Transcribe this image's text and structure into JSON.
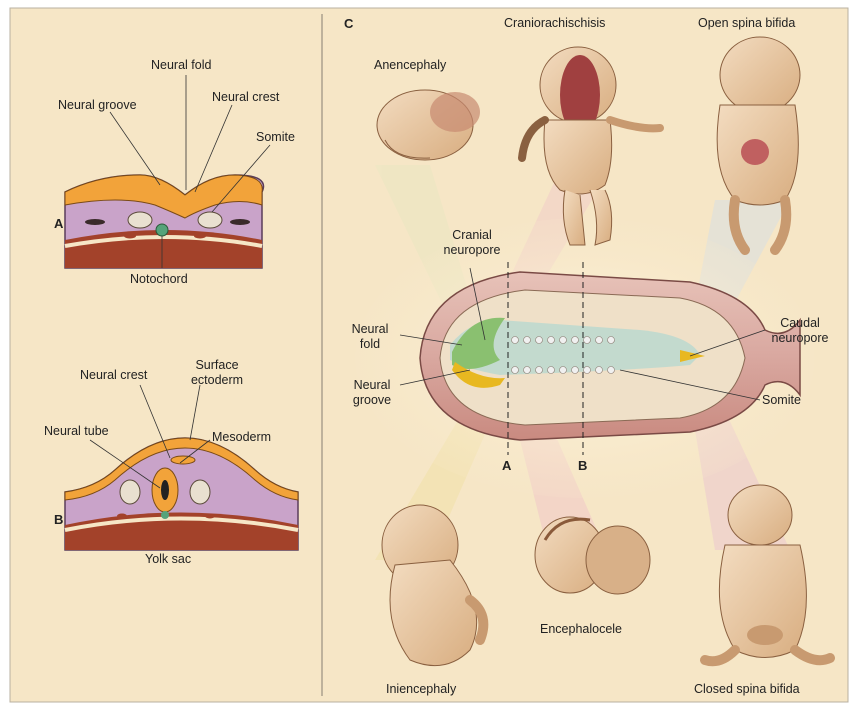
{
  "panels": {
    "a": "A",
    "b": "B",
    "c": "C"
  },
  "panel_a": {
    "neural_fold": "Neural fold",
    "neural_groove": "Neural groove",
    "neural_crest": "Neural crest",
    "somite": "Somite",
    "notochord": "Notochord"
  },
  "panel_b": {
    "neural_crest": "Neural crest",
    "surface_ectoderm": "Surface\nectoderm",
    "neural_tube": "Neural tube",
    "mesoderm": "Mesoderm",
    "yolk_sac": "Yolk sac"
  },
  "panel_c": {
    "anencephaly": "Anencephaly",
    "craniorachischisis": "Craniorachischisis",
    "open_spina_bifida": "Open spina bifida",
    "cranial_neuropore": "Cranial\nneuropore",
    "neural_fold": "Neural\nfold",
    "neural_groove": "Neural\ngroove",
    "caudal_neuropore": "Caudal\nneuropore",
    "somite": "Somite",
    "section_a": "A",
    "section_b": "B",
    "iniencephaly": "Iniencephaly",
    "encephalocele": "Encephalocele",
    "closed_spina_bifida": "Closed spina bifida"
  },
  "colors": {
    "background": "#f6e6c6",
    "orange_layer": "#f2a33a",
    "purple_mesoderm": "#c9a3c9",
    "red_endoderm": "#a3422a",
    "notochord_green": "#55a37a",
    "skin": "#e9c8a0"
  }
}
